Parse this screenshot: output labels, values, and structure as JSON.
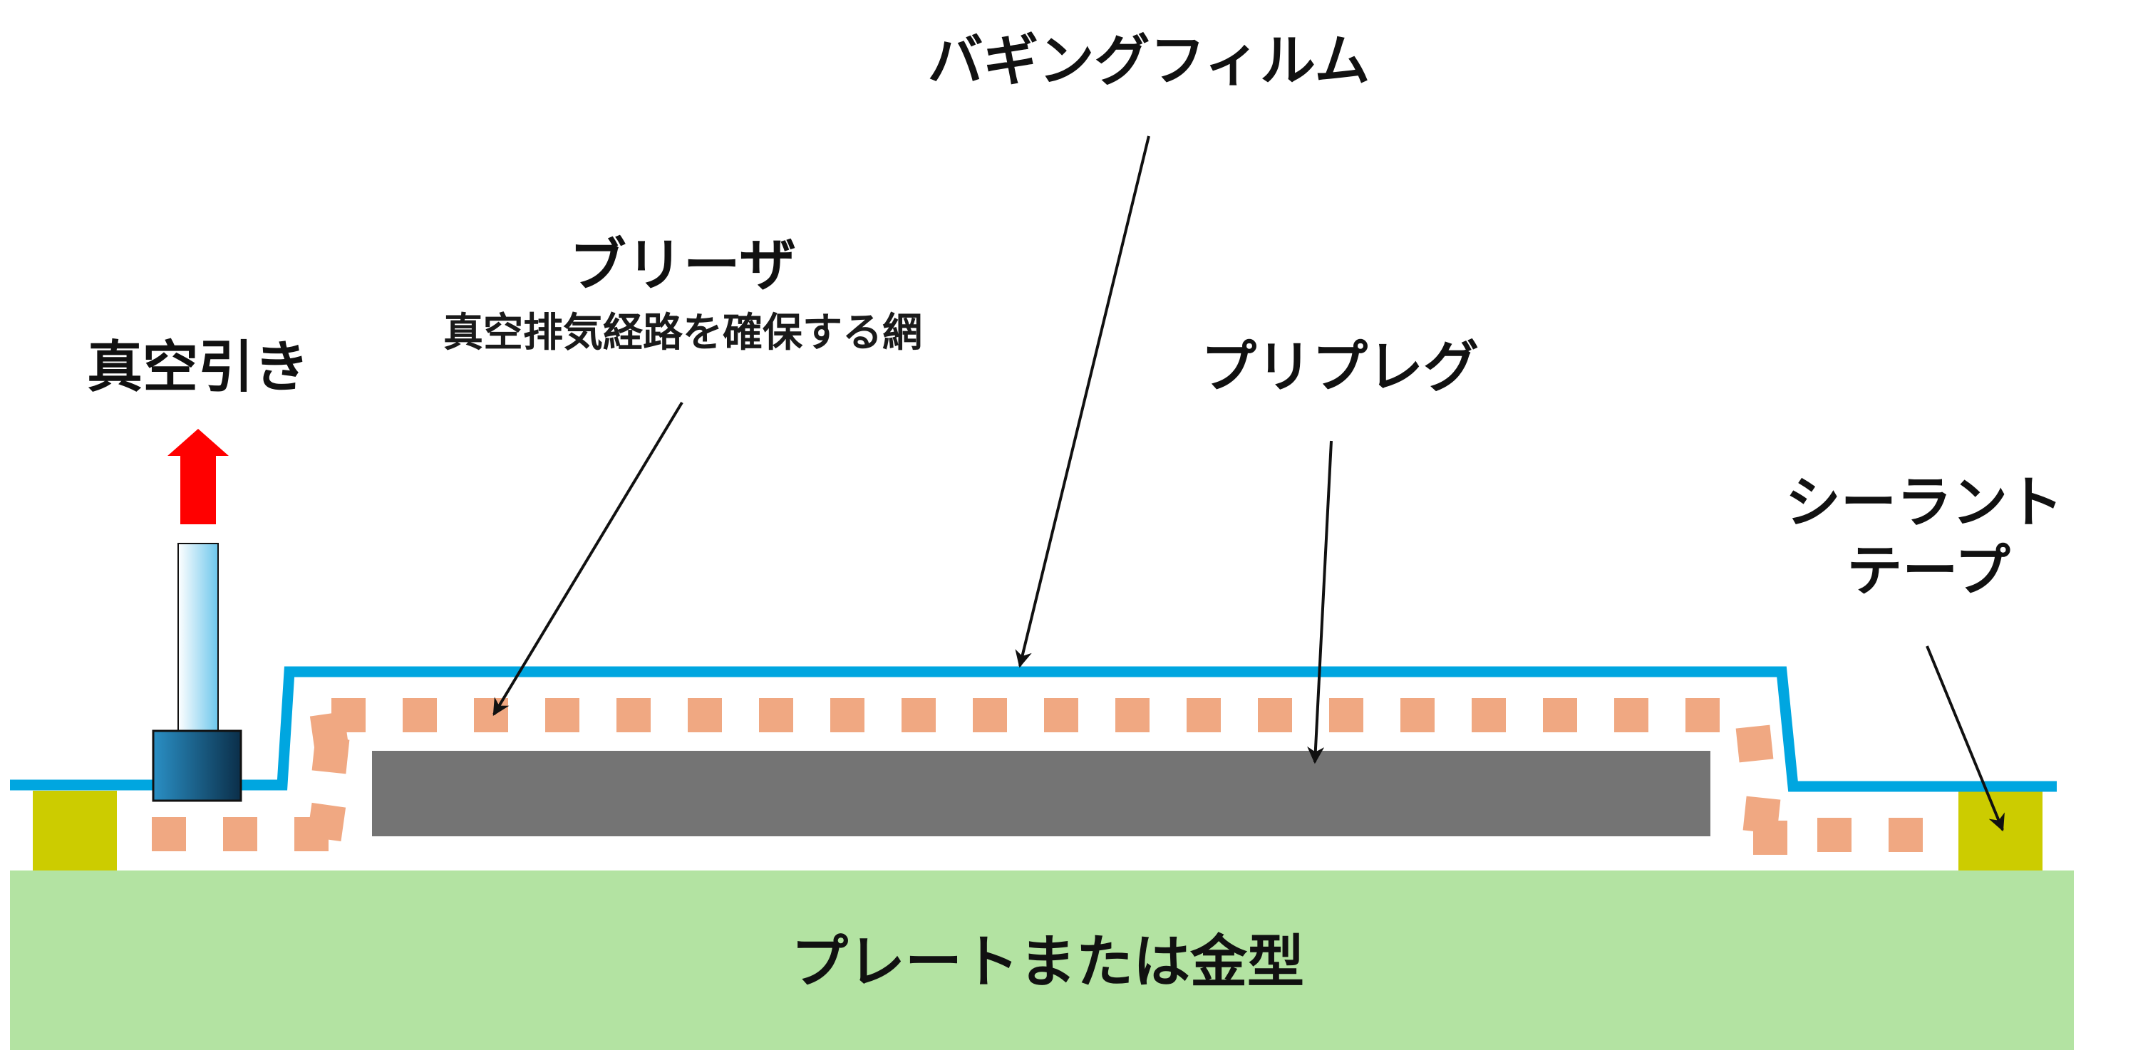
{
  "labels": {
    "vacuum": "真空引き",
    "breather_title": "ブリーザ",
    "breather_desc": "真空排気経路を確保する網",
    "bagging_film": "バギングフィルム",
    "prepreg": "プリプレグ",
    "sealant_line1": "シーラント",
    "sealant_line2": "テープ",
    "plate": "プレートまたは金型"
  },
  "colors": {
    "plate": "#b3e3a2",
    "bagging_film": "#00a6e0",
    "breather": "#f0a882",
    "prepreg": "#747474",
    "sealant_tape": "#cccc00",
    "vacuum_arrow": "#ff0000",
    "vacuum_port": "#1a6d9e",
    "leader": "#111111"
  }
}
